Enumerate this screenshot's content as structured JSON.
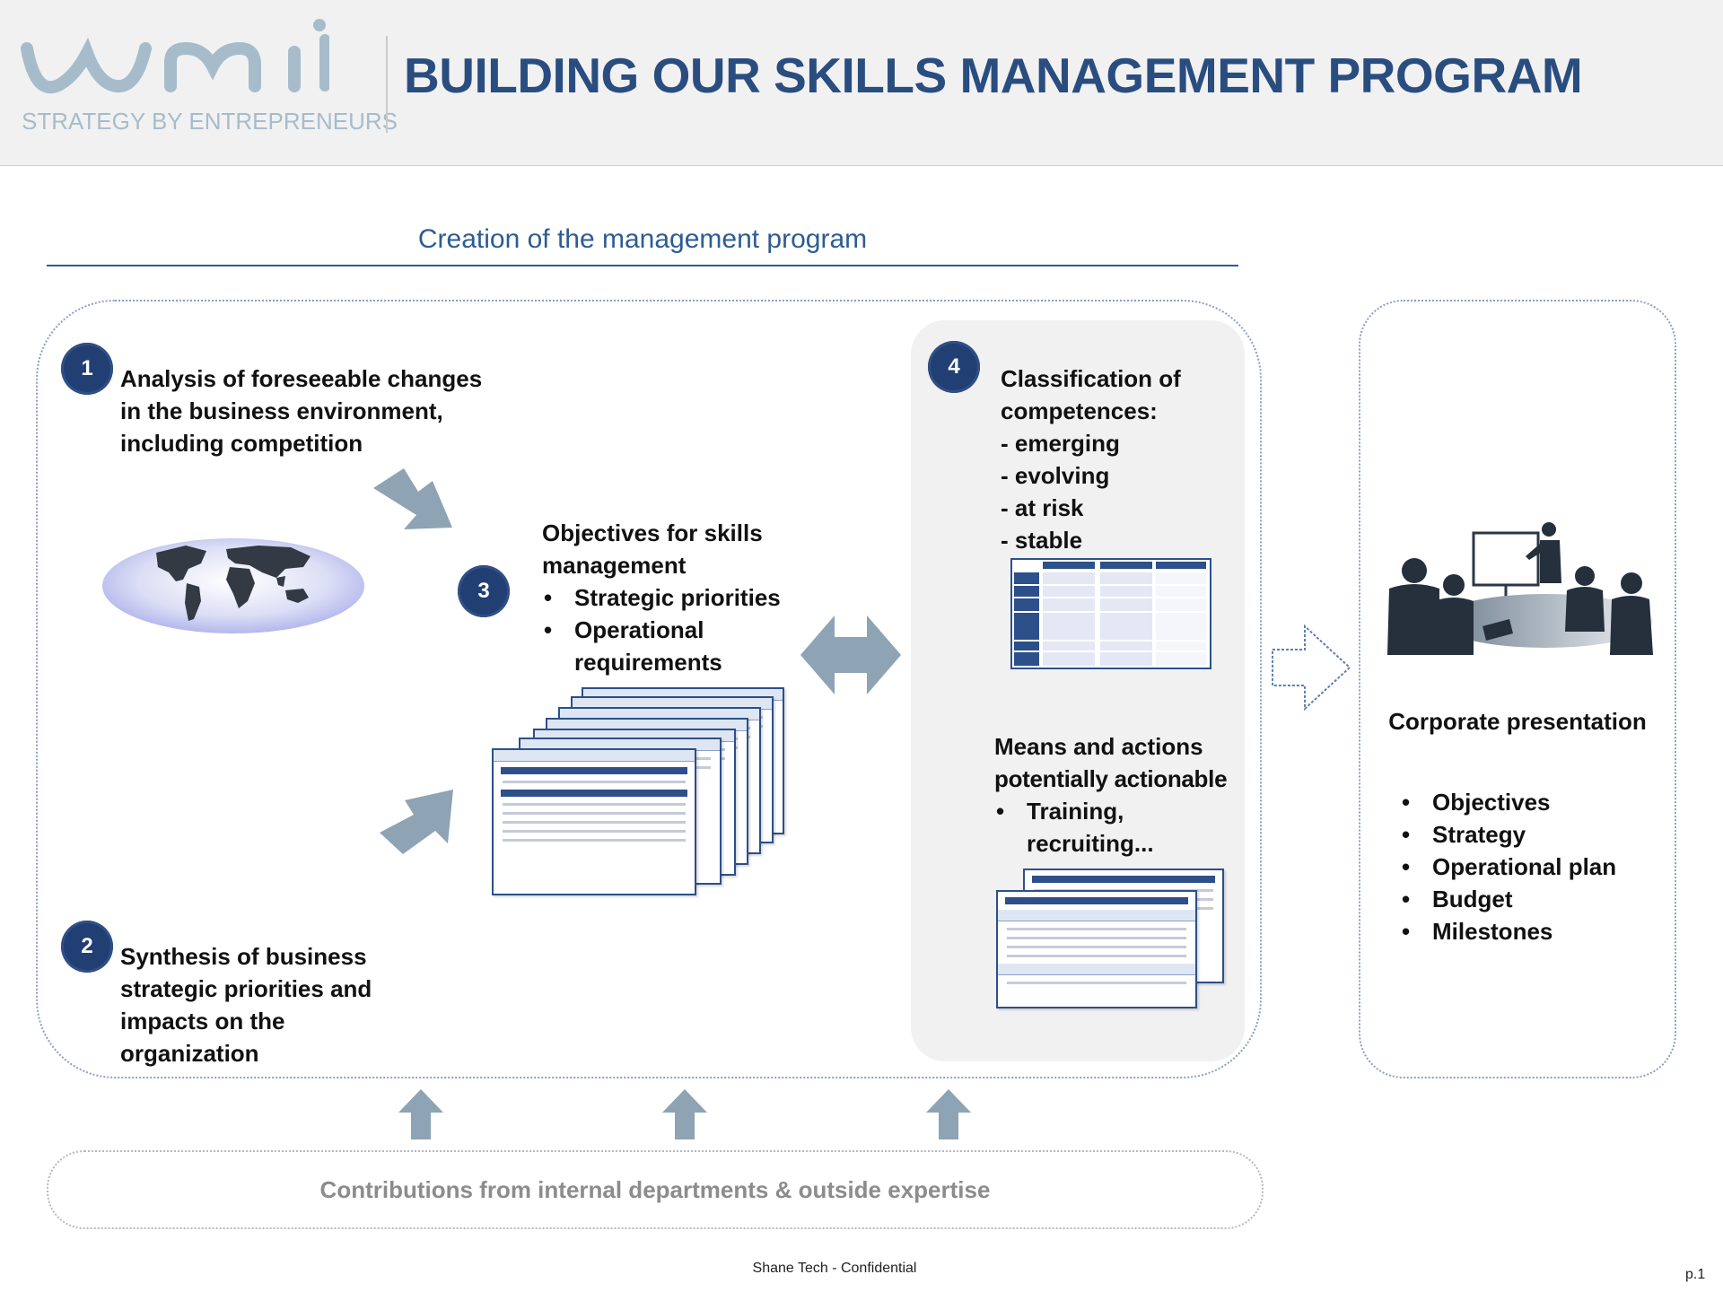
{
  "header": {
    "logo_text": "wmi",
    "logo_tagline": "STRATEGY BY ENTREPRENEURS",
    "title": "BUILDING OUR SKILLS MANAGEMENT PROGRAM"
  },
  "section_title": "Creation of the management program",
  "steps": [
    {
      "number": "1",
      "lines": [
        "Analysis of foreseeable changes",
        "in the business environment,",
        "including competition"
      ]
    },
    {
      "number": "2",
      "lines": [
        "Synthesis of business",
        "strategic priorities and",
        "impacts on the",
        "organization"
      ]
    },
    {
      "number": "3",
      "heading_lines": [
        "Objectives for skills",
        "management"
      ],
      "bullets": [
        "Strategic priorities",
        "Operational requirements"
      ]
    },
    {
      "number": "4",
      "heading_lines": [
        "Classification of",
        "competences:"
      ],
      "items": [
        "- emerging",
        "- evolving",
        "- at risk",
        "- stable"
      ]
    }
  ],
  "means": {
    "heading_lines": [
      "Means and actions",
      "potentially actionable"
    ],
    "bullets": [
      "Training, recruiting..."
    ]
  },
  "corporate": {
    "title": "Corporate presentation",
    "bullets": [
      "Objectives",
      "Strategy",
      "Operational plan",
      "Budget",
      "Milestones"
    ]
  },
  "contributions": "Contributions from internal departments & outside expertise",
  "footer": "Shane Tech - Confidential",
  "page_number": "p.1",
  "colors": {
    "title_blue": "#2a4d80",
    "badge_navy": "#223f74",
    "arrow_gray": "#8ea3b3",
    "logo_gray": "#a7bccb"
  },
  "icons": [
    "world-map-icon",
    "meeting-presentation-icon",
    "document-stack-icon"
  ]
}
